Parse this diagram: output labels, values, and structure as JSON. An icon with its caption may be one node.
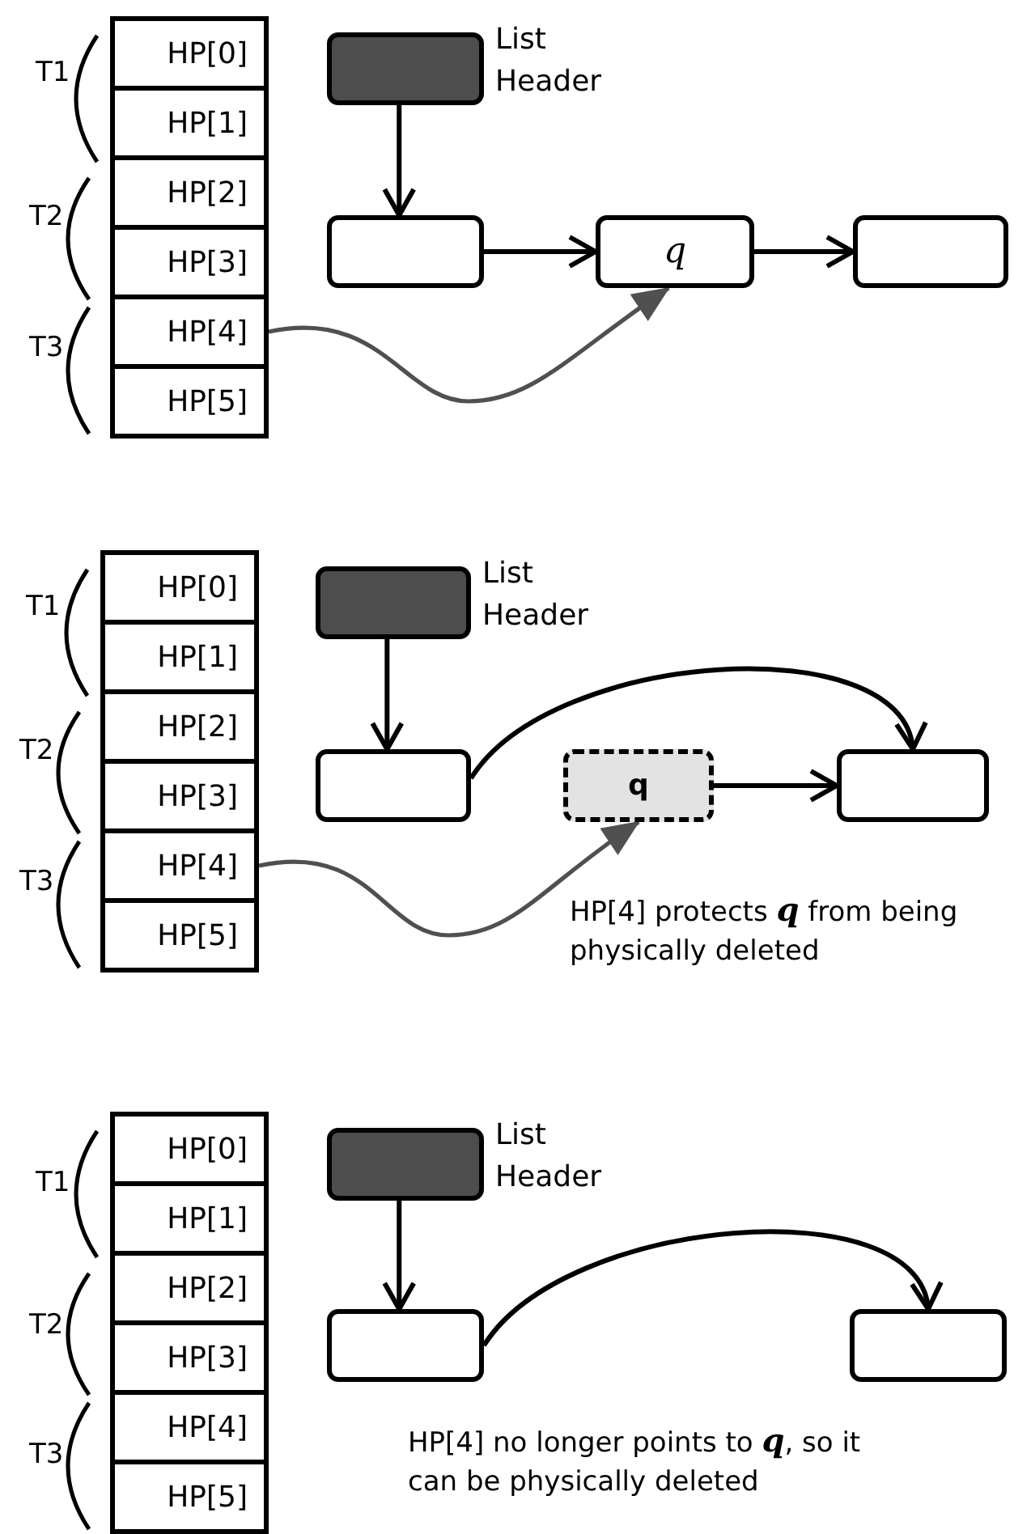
{
  "diagram": {
    "nodes": [
      {
        "text": [
          "HP[0]"
        ]
      },
      {
        "text": [
          "HP[1]"
        ]
      },
      {
        "text": [
          "HP[2]"
        ]
      },
      {
        "text": [
          "HP[3]"
        ]
      },
      {
        "text": [
          "HP[4]"
        ]
      },
      {
        "text": [
          "HP[5]"
        ]
      },
      {
        "text": [],
        "shape": "box",
        "beside": [
          "List Header"
        ]
      },
      {
        "text": [],
        "shape": "box"
      },
      {
        "text": [
          "q"
        ]
      },
      {
        "text": [],
        "shape": "box"
      },
      {
        "text": [
          "HP[0]"
        ]
      },
      {
        "text": [
          "HP[1]"
        ]
      },
      {
        "text": [
          "HP[2]"
        ]
      },
      {
        "text": [
          "HP[3]"
        ]
      },
      {
        "text": [
          "HP[4]"
        ]
      },
      {
        "text": [
          "HP[5]"
        ]
      },
      {
        "text": [],
        "shape": "box",
        "beside": [
          "List Header"
        ]
      },
      {
        "text": [],
        "shape": "box"
      },
      {
        "text": [
          "**q**"
        ]
      },
      {
        "text": [],
        "shape": "box"
      },
      {
        "text": [
          "HP[0]"
        ]
      },
      {
        "text": [
          "HP[1]"
        ]
      },
      {
        "text": [
          "HP[2]"
        ]
      },
      {
        "text": [
          "HP[3]"
        ]
      },
      {
        "text": [
          "HP[4]"
        ]
      },
      {
        "text": [
          "HP[5]"
        ]
      },
      {
        "text": [],
        "shape": "box",
        "beside": [
          "List Header"
        ]
      },
      {
        "text": [],
        "shape": "box"
      },
      {
        "text": [],
        "shape": "box"
      }
    ],
    "edges": [
      {
        "from": 6,
        "to": 7,
        "arrow": "to"
      },
      {
        "from": 7,
        "to": 8,
        "arrow": "to"
      },
      {
        "from": 8,
        "to": 9,
        "arrow": "to"
      },
      {
        "from": 4,
        "to": 8,
        "arrow": "to",
        "color": "#505050"
      },
      {
        "from": 16,
        "to": 17,
        "arrow": "to"
      },
      {
        "from": 17,
        "to": 19,
        "arrow": "to"
      },
      {
        "from": 18,
        "to": 19,
        "arrow": "to"
      },
      {
        "from": 14,
        "to": 18,
        "arrow": "to",
        "color": "#505050"
      },
      {
        "from": 26,
        "to": 27,
        "arrow": "to"
      },
      {
        "from": 27,
        "to": 28,
        "arrow": "to"
      }
    ],
    "labels": [
      "T1",
      "T2",
      "T3",
      "T1",
      "T2",
      "T3",
      "HP[4] protects **q** from being physically deleted",
      "T1",
      "T2",
      "T3",
      "HP[4] no longer points to **q**, so it can be physically deleted"
    ]
  }
}
